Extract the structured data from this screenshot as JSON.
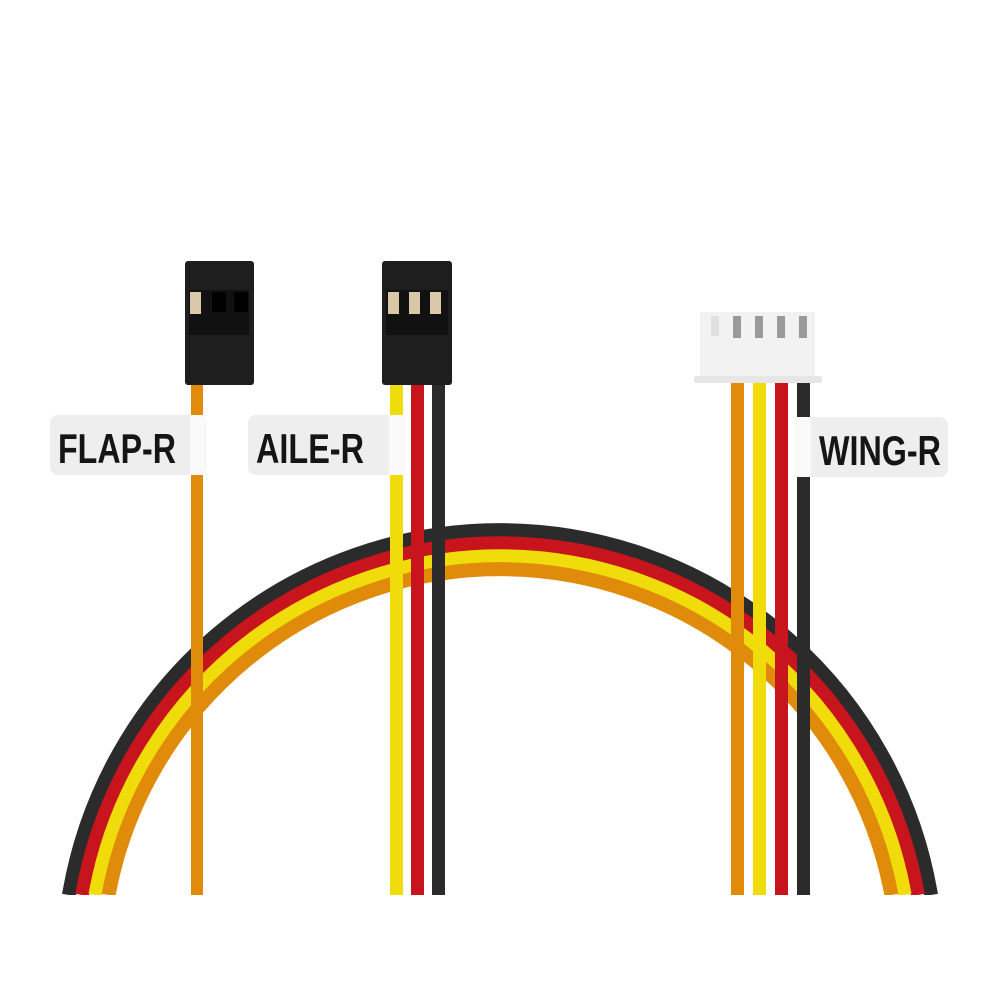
{
  "labels": {
    "flap": "FLAP-R",
    "aile": "AILE-R",
    "wing": "WING-R"
  },
  "colors": {
    "black": "#2b2b2b",
    "red": "#c8141c",
    "yellow": "#f0dc0a",
    "orange": "#e08c0a",
    "connector_black": "#1e1e1e",
    "connector_white": "#f2f2f2",
    "label_bg": "#eeeeee"
  }
}
